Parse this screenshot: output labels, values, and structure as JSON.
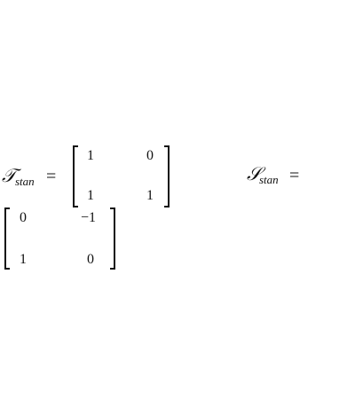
{
  "equation_t": {
    "symbol": "𝒯",
    "subscript": "stan",
    "equals": "=",
    "matrix": [
      [
        "1",
        "0"
      ],
      [
        "1",
        "1"
      ]
    ]
  },
  "equation_s": {
    "symbol": "𝒮",
    "subscript": "stan",
    "equals": "=",
    "matrix": [
      [
        "0",
        "−1"
      ],
      [
        "1",
        "0"
      ]
    ]
  }
}
